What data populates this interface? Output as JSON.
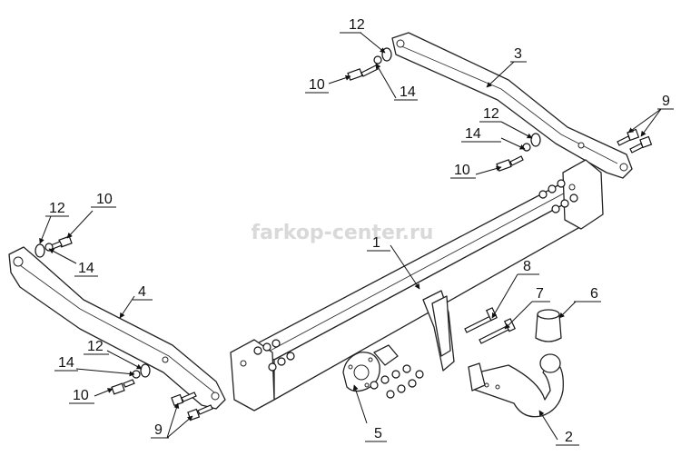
{
  "watermark": "farkop-center.ru",
  "callouts": [
    "12",
    "10",
    "14",
    "3",
    "9",
    "12",
    "14",
    "10",
    "10",
    "12",
    "14",
    "1",
    "4",
    "12",
    "14",
    "10",
    "9",
    "8",
    "7",
    "6",
    "2",
    "5"
  ]
}
